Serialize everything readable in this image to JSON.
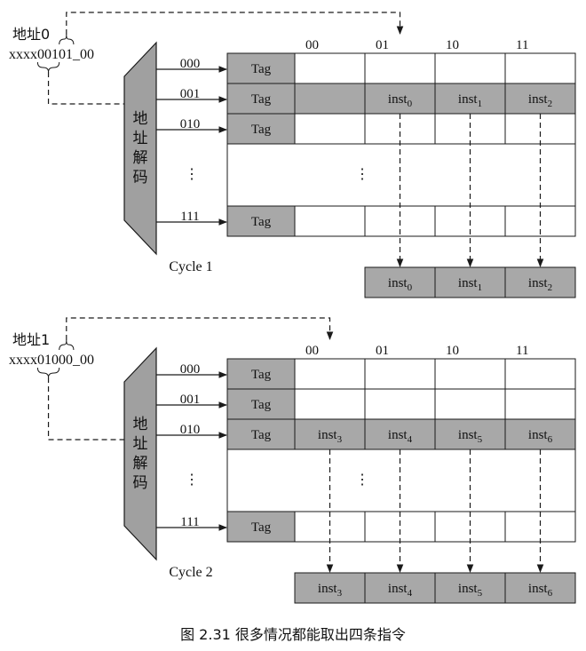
{
  "panels": [
    {
      "id": "cycle1",
      "address_label": "地址0",
      "address_prefix": "xxxx",
      "address_index": "001",
      "address_offset": "01",
      "address_suffix": "_00",
      "decoder_label": [
        "地",
        "址",
        "解",
        "码"
      ],
      "column_headers": [
        "00",
        "01",
        "10",
        "11"
      ],
      "rows": [
        {
          "index": "000",
          "tag": "Tag",
          "cells": [
            "",
            "",
            "",
            ""
          ]
        },
        {
          "index": "001",
          "tag": "Tag",
          "cells": [
            "",
            "inst0",
            "inst1",
            "inst2"
          ],
          "highlight": true
        },
        {
          "index": "010",
          "tag": "Tag",
          "cells": [
            "",
            "",
            "",
            ""
          ]
        },
        {
          "index": "⋮",
          "ellipsis": true
        },
        {
          "index": "111",
          "tag": "Tag",
          "cells": [
            "",
            "",
            "",
            ""
          ]
        }
      ],
      "cycle_label": "Cycle 1",
      "output": [
        "inst0",
        "inst1",
        "inst2"
      ]
    },
    {
      "id": "cycle2",
      "address_label": "地址1",
      "address_prefix": "xxxx",
      "address_index": "010",
      "address_offset": "00",
      "address_suffix": "_00",
      "decoder_label": [
        "地",
        "址",
        "解",
        "码"
      ],
      "column_headers": [
        "00",
        "01",
        "10",
        "11"
      ],
      "rows": [
        {
          "index": "000",
          "tag": "Tag",
          "cells": [
            "",
            "",
            "",
            ""
          ]
        },
        {
          "index": "001",
          "tag": "Tag",
          "cells": [
            "",
            "",
            "",
            ""
          ]
        },
        {
          "index": "010",
          "tag": "Tag",
          "cells": [
            "inst3",
            "inst4",
            "inst5",
            "inst6"
          ],
          "highlight": true
        },
        {
          "index": "⋮",
          "ellipsis": true
        },
        {
          "index": "111",
          "tag": "Tag",
          "cells": [
            "",
            "",
            "",
            ""
          ]
        }
      ],
      "cycle_label": "Cycle 2",
      "output": [
        "inst3",
        "inst4",
        "inst5",
        "inst6"
      ]
    }
  ],
  "caption": "图 2.31   很多情况都能取出四条指令",
  "colors": {
    "shade": "#a8a8a8",
    "decoder": "#a0a0a0",
    "line": "#1a1a1a",
    "white": "#ffffff"
  }
}
